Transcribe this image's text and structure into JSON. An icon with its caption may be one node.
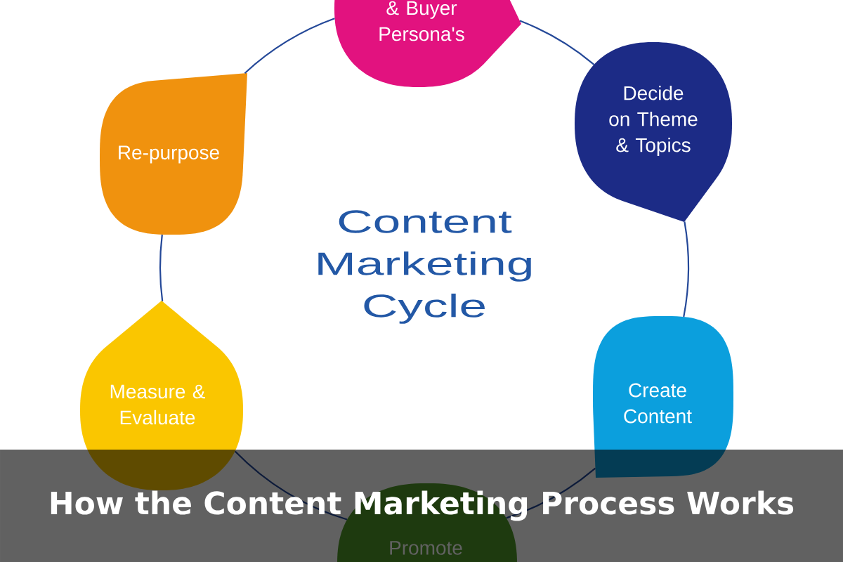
{
  "diagram": {
    "title": "Content Marketing Cycle",
    "caption": "How the Content Marketing Process Works",
    "nodes": [
      {
        "text": [
          "& Buyer Persona's"
        ]
      },
      {
        "text": [
          "Decide on Theme & Topics"
        ]
      },
      {
        "text": [
          "Create Content"
        ]
      },
      {
        "text": [
          "Promote"
        ]
      },
      {
        "text": [
          "Measure & Evaluate"
        ]
      },
      {
        "text": [
          "Re-purpose"
        ]
      }
    ],
    "edges": [
      {
        "from": 0,
        "to": 1,
        "arrow": "none"
      },
      {
        "from": 1,
        "to": 2,
        "arrow": "none"
      },
      {
        "from": 2,
        "to": 3,
        "arrow": "none"
      },
      {
        "from": 3,
        "to": 4,
        "arrow": "none"
      },
      {
        "from": 4,
        "to": 5,
        "arrow": "none"
      },
      {
        "from": 5,
        "to": 0,
        "arrow": "none"
      }
    ]
  }
}
